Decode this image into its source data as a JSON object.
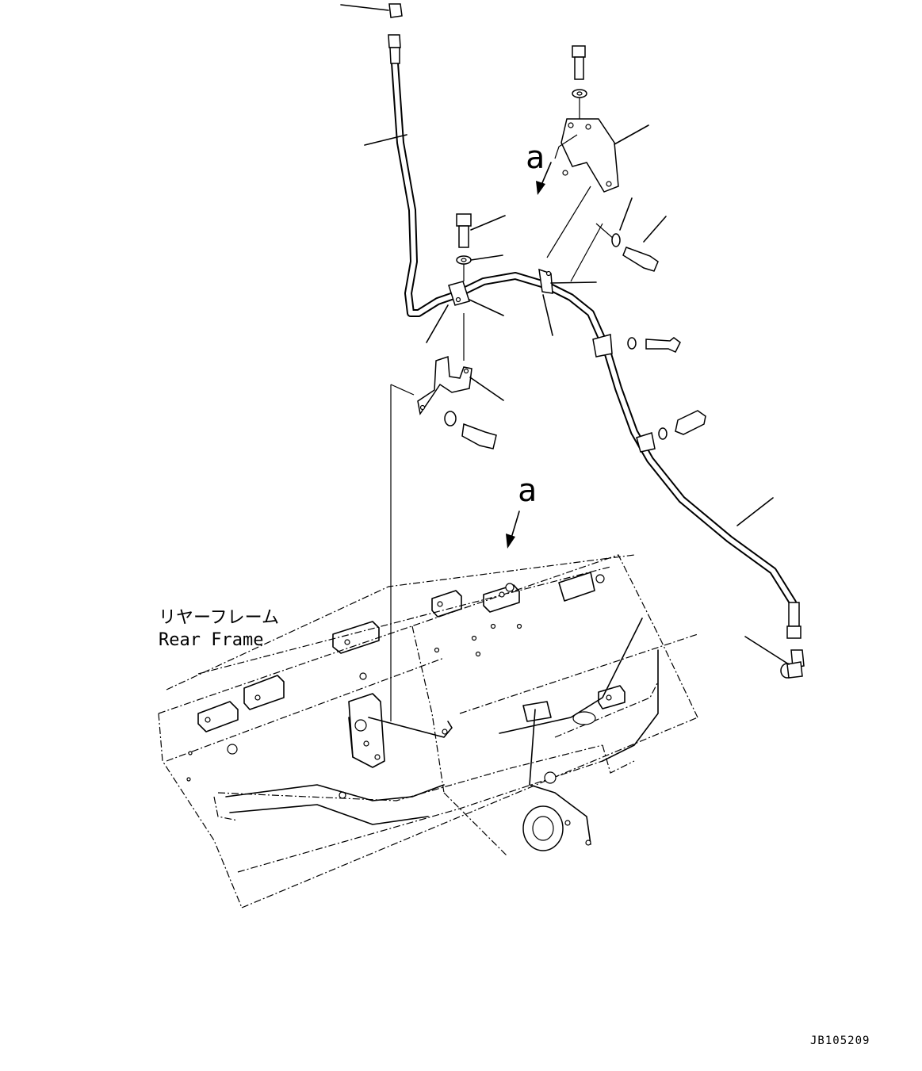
{
  "annotations": {
    "view_marker_upper": "a",
    "view_marker_lower": "a",
    "frame_label_jp": "リヤーフレーム",
    "frame_label_en": "Rear Frame",
    "drawing_code": "JB105209"
  }
}
